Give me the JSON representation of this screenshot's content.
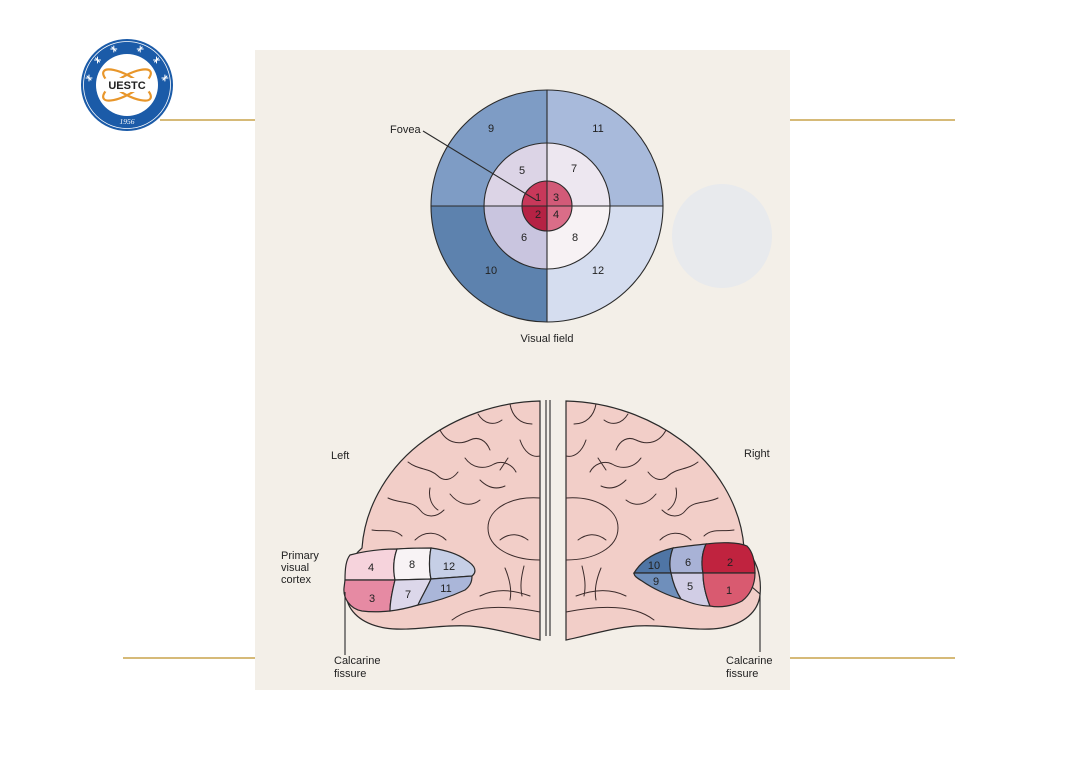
{
  "logo": {
    "text": "UESTC",
    "year": "1956",
    "ring_text": "电子科技大学",
    "ring_color": "#1b5ba8",
    "orbit_color": "#e8962a",
    "wordmark_color": "#1b5ba8"
  },
  "colors": {
    "slide_background": "#ffffff",
    "panel_background": "#f3efe8",
    "accent_line": "#c9a34b",
    "brain_fill": "#f2cec8"
  },
  "figure": {
    "fovea_label": "Fovea",
    "visual_field_label": "Visual field",
    "visual_field_regions": [
      {
        "label": "9",
        "color": "#7e9cc5"
      },
      {
        "label": "11",
        "color": "#a8badb"
      },
      {
        "label": "10",
        "color": "#5d82ae"
      },
      {
        "label": "12",
        "color": "#d5ddef"
      },
      {
        "label": "5",
        "color": "#dcd4e6"
      },
      {
        "label": "7",
        "color": "#ede7f0"
      },
      {
        "label": "6",
        "color": "#c9c5df"
      },
      {
        "label": "8",
        "color": "#f7f2f4"
      },
      {
        "label": "1",
        "color": "#c8385a"
      },
      {
        "label": "3",
        "color": "#d25a78"
      },
      {
        "label": "2",
        "color": "#b52244"
      },
      {
        "label": "4",
        "color": "#da6d88"
      }
    ],
    "left_hemisphere_label": "Left",
    "right_hemisphere_label": "Right",
    "cortex_label_lines": [
      "Primary",
      "visual",
      "cortex"
    ],
    "left_fissure_label_lines": [
      "Calcarine",
      "fissure"
    ],
    "right_fissure_label_lines": [
      "Calcarine",
      "fissure"
    ],
    "left_cortex_regions": [
      {
        "label": "4",
        "color": "#f6d3dc"
      },
      {
        "label": "8",
        "color": "#f8f3f5"
      },
      {
        "label": "12",
        "color": "#c6cfe6"
      },
      {
        "label": "3",
        "color": "#e68aa3"
      },
      {
        "label": "7",
        "color": "#dcd7ea"
      },
      {
        "label": "11",
        "color": "#aab6d9"
      }
    ],
    "right_cortex_regions": [
      {
        "label": "10",
        "color": "#4f75a5"
      },
      {
        "label": "6",
        "color": "#a8b2d6"
      },
      {
        "label": "2",
        "color": "#c0233f"
      },
      {
        "label": "9",
        "color": "#6f8fbb"
      },
      {
        "label": "5",
        "color": "#d1cde5"
      },
      {
        "label": "1",
        "color": "#d95a70"
      }
    ]
  }
}
